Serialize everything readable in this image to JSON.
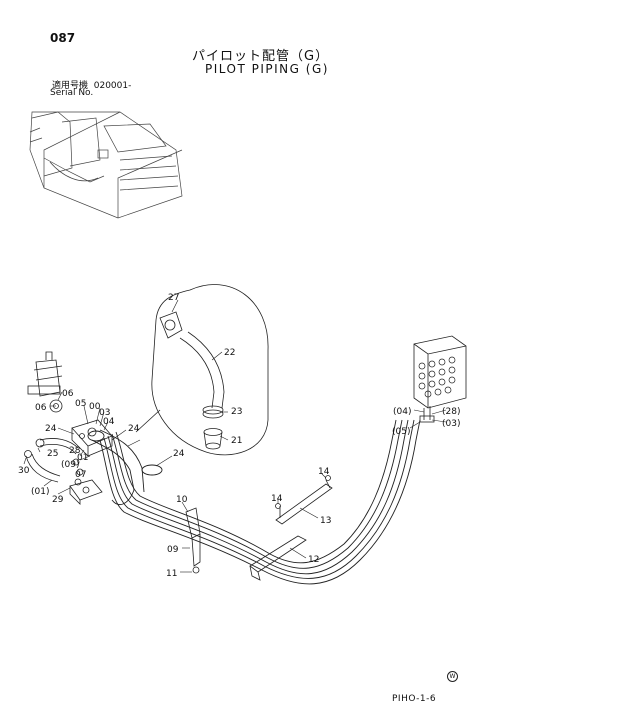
{
  "header": {
    "page_number": "087",
    "title_jp": "パイロット配管（G）",
    "title_en": "PILOT PIPING (G)",
    "serial_label_jp": "適用号機",
    "serial_value": "020001-",
    "serial_label_en": "Serial No."
  },
  "footer": {
    "figure_code": "PIHO-1-6",
    "mark": "W"
  },
  "callouts": {
    "p27": "27",
    "p22": "22",
    "p23": "23",
    "p21": "21",
    "p06a": "06",
    "p06b": "06",
    "p05": "05",
    "p00": "00",
    "p03": "03",
    "p04": "04",
    "p24a": "24",
    "p24b": "24",
    "p24c": "24",
    "p25": "25",
    "p28": "28",
    "p01": "01",
    "p09p": "(09)",
    "p07": "07",
    "p30": "30",
    "p01p": "(01)",
    "p29": "29",
    "p10": "10",
    "p09": "09",
    "p11": "11",
    "p14a": "14",
    "p14b": "14",
    "p13": "13",
    "p12": "12",
    "p04p": "(04)",
    "p28p": "(28)",
    "p05p": "(05)",
    "p03p": "(03)"
  }
}
